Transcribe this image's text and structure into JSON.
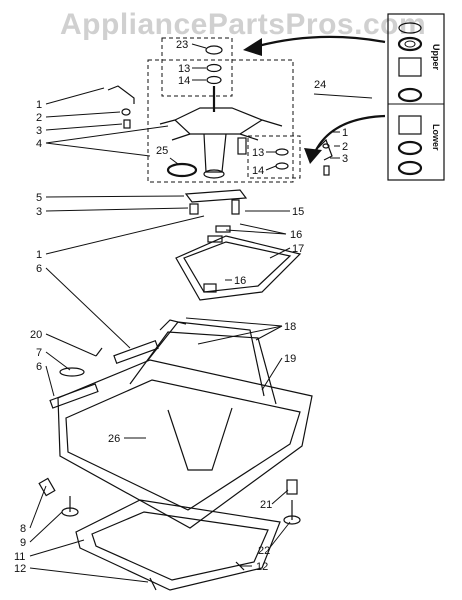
{
  "watermark": "AppliancePartsPros.com",
  "inset": {
    "upper_label": "Upper",
    "lower_label": "Lower"
  },
  "callouts": {
    "c1a": "1",
    "c2a": "2",
    "c3a": "3",
    "c4": "4",
    "c23": "23",
    "c13a": "13",
    "c14a": "14",
    "c24": "24",
    "c25": "25",
    "c13b": "13",
    "c14b": "14",
    "c1b": "1",
    "c2b": "2",
    "c3b": "3",
    "c5": "5",
    "c3c": "3",
    "c15": "15",
    "c16a": "16",
    "c16b": "16",
    "c17": "17",
    "c1c": "1",
    "c6a": "6",
    "c18": "18",
    "c20": "20",
    "c7": "7",
    "c6b": "6",
    "c19": "19",
    "c26": "26",
    "c21": "21",
    "c8": "8",
    "c9": "9",
    "c11": "11",
    "c12a": "12",
    "c22": "22",
    "c12b": "12"
  }
}
